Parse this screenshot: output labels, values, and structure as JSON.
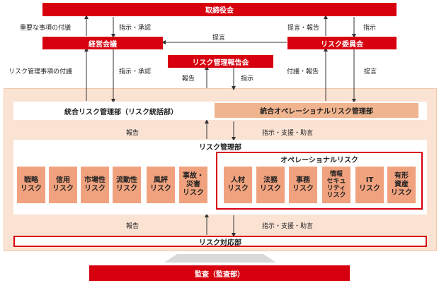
{
  "board": "取締役会",
  "management_meeting": "経営会議",
  "risk_committee": "リスク委員会",
  "risk_report_meeting": "リスク管理報告会",
  "edge_labels": {
    "board_mgmt_left": "重要な事項の付議",
    "board_mgmt_right": "指示・承認",
    "committee_proposal": "提言",
    "board_committee_left": "提言・報告",
    "board_committee_right": "指示",
    "mgmt_below_left": "リスク管理事項の付議",
    "mgmt_below_right": "指示・承認",
    "report_meeting_left": "報告",
    "report_meeting_right": "指示",
    "committee_below_left": "付議・報告",
    "committee_below_right": "提言",
    "middle_report": "報告",
    "middle_instruction": "指示・支援・助言",
    "bottom_report": "報告",
    "bottom_instruction": "指示・支援・助言"
  },
  "integrated_dept": "統合リスク管理部（リスク統括部）",
  "op_risk_dept": "統合オペレーショナルリスク管理部",
  "risk_management_dept": "リスク管理部",
  "operational_risk_title": "オペレーショナルリスク",
  "risks": [
    "戦略\nリスク",
    "信用\nリスク",
    "市場性\nリスク",
    "流動性\nリスク",
    "風評\nリスク",
    "事故・\n災害\nリスク"
  ],
  "op_risks": [
    "人材\nリスク",
    "法務\nリスク",
    "事務\nリスク",
    "情報\nセキュ\nリティ\nリスク",
    "IT\nリスク",
    "有形\n資産\nリスク"
  ],
  "risk_response_dept": "リスク対応部",
  "audit": "監査（監査部）"
}
